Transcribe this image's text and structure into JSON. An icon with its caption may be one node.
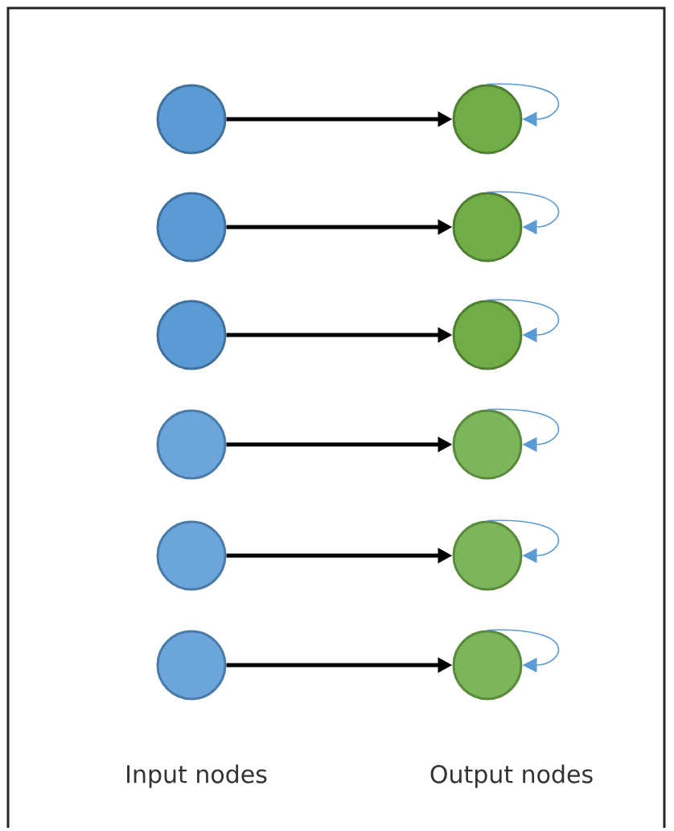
{
  "diagram": {
    "nodes": [
      {
        "text": [],
        "shape": "circle"
      },
      {
        "text": [],
        "shape": "circle"
      },
      {
        "text": [],
        "shape": "circle"
      },
      {
        "text": [],
        "shape": "circle"
      },
      {
        "text": [],
        "shape": "circle"
      },
      {
        "text": [],
        "shape": "circle"
      },
      {
        "text": [],
        "shape": "circle"
      },
      {
        "text": [],
        "shape": "circle"
      },
      {
        "text": [],
        "shape": "circle"
      },
      {
        "text": [],
        "shape": "circle"
      },
      {
        "text": [],
        "shape": "circle"
      },
      {
        "text": [],
        "shape": "circle"
      }
    ],
    "edges": [
      {
        "from": 0,
        "to": 1,
        "arrow": "to",
        "style": "thick"
      },
      {
        "from": 1,
        "to": 1,
        "arrow": "to",
        "color": "#5b9bd5"
      },
      {
        "from": 2,
        "to": 3,
        "arrow": "to",
        "style": "thick"
      },
      {
        "from": 3,
        "to": 3,
        "arrow": "to",
        "color": "#5b9bd5"
      },
      {
        "from": 4,
        "to": 5,
        "arrow": "to",
        "style": "thick"
      },
      {
        "from": 5,
        "to": 5,
        "arrow": "to",
        "color": "#5b9bd5"
      },
      {
        "from": 6,
        "to": 7,
        "arrow": "to",
        "style": "thick"
      },
      {
        "from": 7,
        "to": 7,
        "arrow": "to",
        "color": "#5b9bd5"
      },
      {
        "from": 8,
        "to": 9,
        "arrow": "to",
        "style": "thick"
      },
      {
        "from": 9,
        "to": 9,
        "arrow": "to",
        "color": "#5b9bd5"
      },
      {
        "from": 10,
        "to": 11,
        "arrow": "to",
        "style": "thick"
      },
      {
        "from": 11,
        "to": 11,
        "arrow": "to",
        "color": "#5b9bd5"
      }
    ],
    "labels": [
      "Input nodes",
      "Output nodes"
    ]
  }
}
